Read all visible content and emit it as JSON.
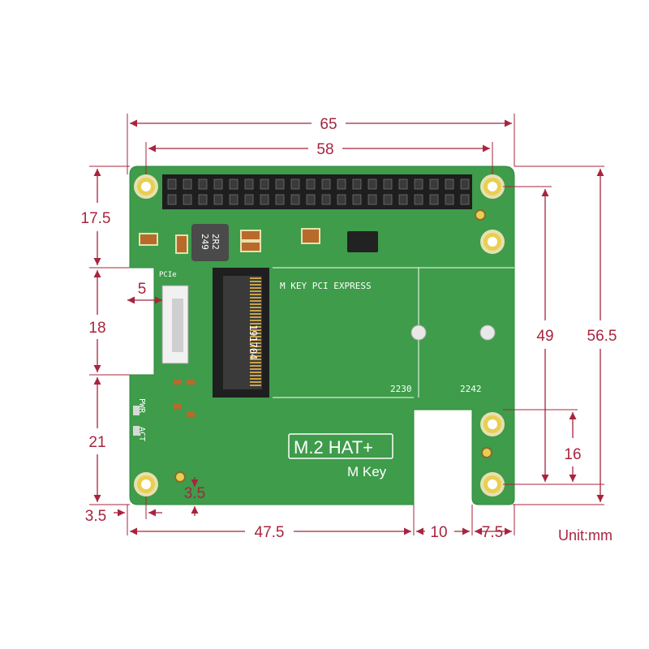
{
  "colors": {
    "dimension": "#a8243e",
    "pcb": "#3e9c4a",
    "pad": "#e7cf52",
    "pad_ring": "#e8e0b0",
    "header_pin": "#2a2a2a",
    "silkscreen": "#ffffff"
  },
  "board": {
    "title": "M.2 HAT+",
    "subtitle": "M Key",
    "slot_text": "M KEY PCI EXPRESS",
    "length_2230": "2230",
    "length_2242": "2242",
    "connector_label": "PCIe",
    "led_act": "ACT",
    "led_pwr": "PWR",
    "ic_marking_line1": "2R2",
    "ic_marking_line2": "249",
    "socket_marking": "191704"
  },
  "dimensions": {
    "top_outer": "65",
    "top_inner": "58",
    "left_top": "17.5",
    "left_mid": "18",
    "left_bottom": "21",
    "notch_depth": "5",
    "right_inner": "49",
    "right_outer": "56.5",
    "right_lower": "16",
    "bottom_left_offset": "3.5",
    "hole_offset": "3.5",
    "bottom_long": "47.5",
    "bottom_gap": "10",
    "bottom_right": "7.5"
  },
  "unit_label": "Unit:mm"
}
